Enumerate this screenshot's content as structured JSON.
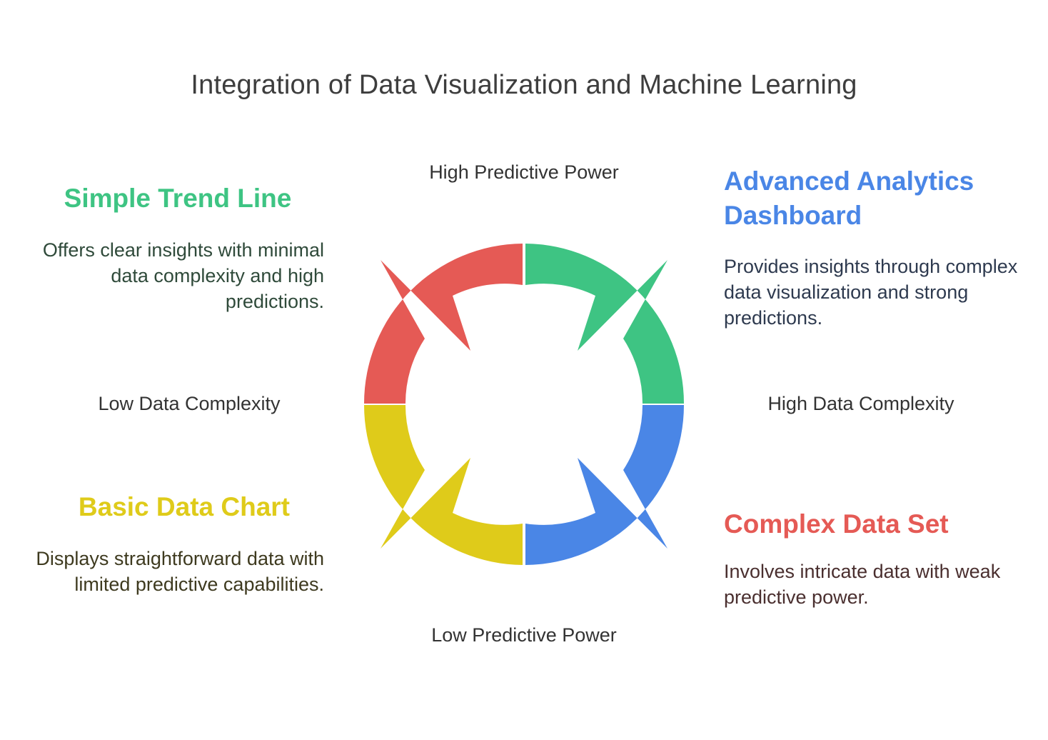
{
  "title": "Integration of Data Visualization and Machine Learning",
  "axes": {
    "top": "High Predictive Power",
    "bottom": "Low Predictive Power",
    "left": "Low Data Complexity",
    "right": "High Data Complexity"
  },
  "quadrants": {
    "top_left": {
      "heading": "Simple Trend Line",
      "text": "Offers clear insights with minimal data complexity and high predictions.",
      "heading_color": "#3ec483",
      "text_color": "#2f4a3a",
      "segment_color": "#e55a55"
    },
    "top_right": {
      "heading": "Advanced Analytics Dashboard",
      "text": "Provides insights through complex data visualization and strong predictions.",
      "heading_color": "#4a86e6",
      "text_color": "#2e3a4f",
      "segment_color": "#3ec483"
    },
    "bottom_left": {
      "heading": "Basic Data Chart",
      "text": "Displays straightforward data with limited predictive capabilities.",
      "heading_color": "#dfcb1a",
      "text_color": "#3e3a1f",
      "segment_color": "#dfcb1a"
    },
    "bottom_right": {
      "heading": "Complex Data Set",
      "text": "Involves intricate data with weak predictive power.",
      "heading_color": "#e55a55",
      "text_color": "#4a2f2f",
      "segment_color": "#4a86e6"
    }
  }
}
